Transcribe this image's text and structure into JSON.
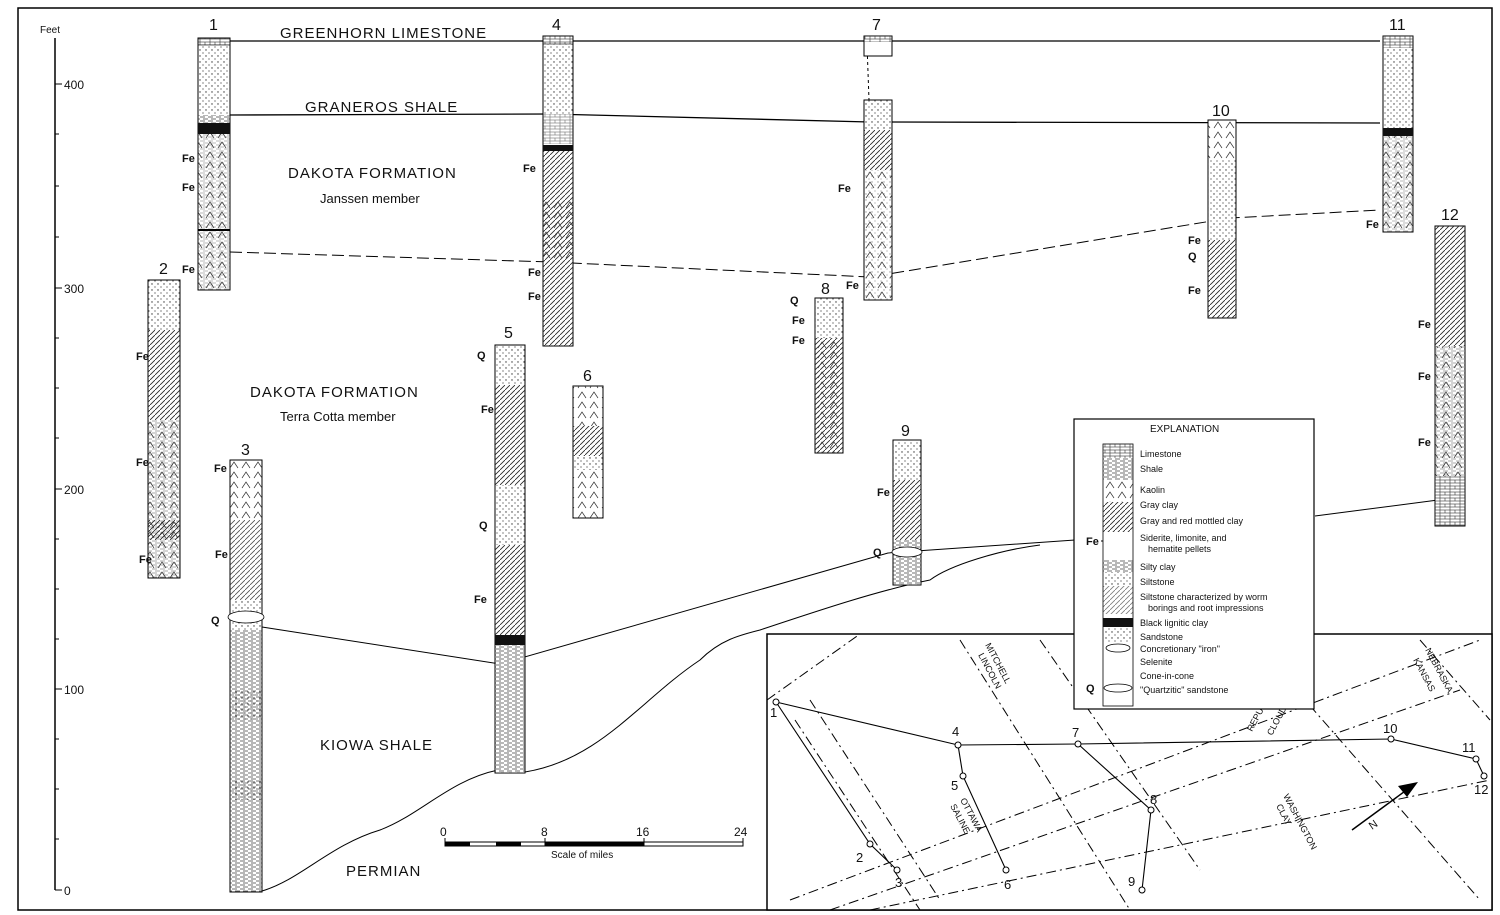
{
  "axis": {
    "unit": "Feet",
    "ticks": [
      {
        "value": 400,
        "label": "400"
      },
      {
        "value": 300,
        "label": "300"
      },
      {
        "value": 200,
        "label": "200"
      },
      {
        "value": 100,
        "label": "100"
      },
      {
        "value": 0,
        "label": "0"
      }
    ]
  },
  "units": {
    "greenhorn": "GREENHORN LIMESTONE",
    "graneros": "GRANEROS SHALE",
    "dakota_janssen_1": "DAKOTA FORMATION",
    "dakota_janssen_2": "Janssen member",
    "dakota_terra_1": "DAKOTA FORMATION",
    "dakota_terra_2": "Terra Cotta member",
    "kiowa": "KIOWA SHALE",
    "permian": "PERMIAN"
  },
  "sections": [
    {
      "id": "1",
      "label": "1"
    },
    {
      "id": "2",
      "label": "2"
    },
    {
      "id": "3",
      "label": "3"
    },
    {
      "id": "4",
      "label": "4"
    },
    {
      "id": "5",
      "label": "5"
    },
    {
      "id": "6",
      "label": "6"
    },
    {
      "id": "7",
      "label": "7"
    },
    {
      "id": "8",
      "label": "8"
    },
    {
      "id": "9",
      "label": "9"
    },
    {
      "id": "10",
      "label": "10"
    },
    {
      "id": "11",
      "label": "11"
    },
    {
      "id": "12",
      "label": "12"
    }
  ],
  "markers": {
    "fe": "Fe",
    "q": "Q"
  },
  "scale": {
    "ticks": [
      "0",
      "8",
      "16",
      "24"
    ],
    "caption": "Scale of miles"
  },
  "explanation": {
    "title": "EXPLANATION",
    "items": [
      "Limestone",
      "Shale",
      "Kaolin",
      "Gray clay",
      "Gray and red mottled clay",
      "Siderite, limonite, and",
      "hematite pellets",
      "Silty clay",
      "Siltstone",
      "Siltstone characterized by worm",
      "borings and root impressions",
      "Black lignitic clay",
      "Sandstone",
      "Concretionary \"iron\"",
      "Selenite",
      "Cone-in-cone",
      "\"Quartzitic\" sandstone"
    ],
    "fe_label": "Fe",
    "q_label": "Q"
  },
  "map": {
    "counties": {
      "mitchell": "MITCHELL",
      "lincoln": "LINCOLN",
      "ottawa": "OTTAWA",
      "saline": "SALINE",
      "republic": "REPUBLIC",
      "cloud": "CLOUD",
      "washington": "WASHINGTON",
      "clay": "CLAY",
      "nebraska": "NEBRASKA",
      "kansas": "KANSAS"
    },
    "north": "N",
    "stations": [
      "1",
      "2",
      "3",
      "4",
      "5",
      "6",
      "7",
      "8",
      "9",
      "10",
      "11",
      "12"
    ]
  }
}
